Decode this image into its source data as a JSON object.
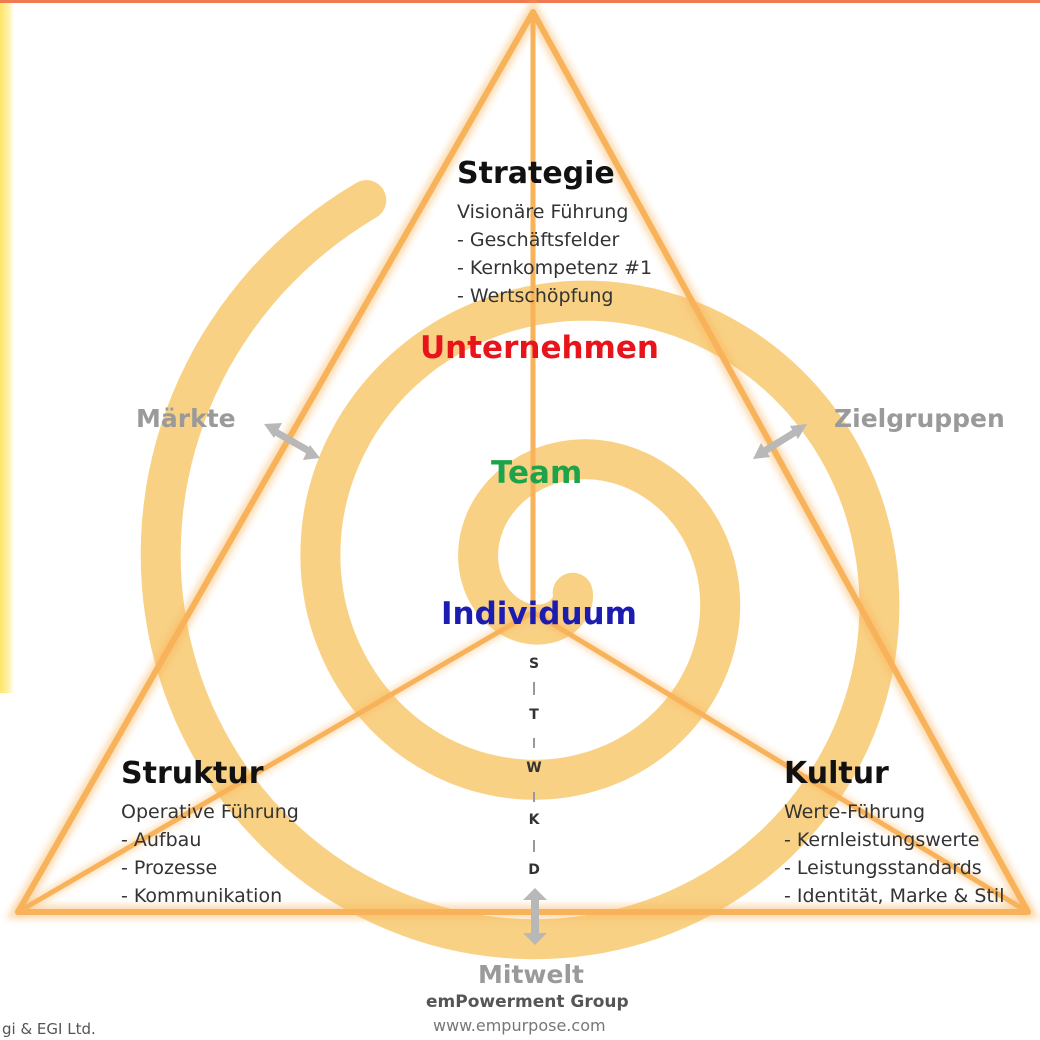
{
  "strategie": {
    "title": "Strategie",
    "subtitle": "Visionäre Führung",
    "items": [
      "- Geschäftsfelder",
      "- Kernkompetenz #1",
      "- Wertschöpfung"
    ]
  },
  "struktur": {
    "title": "Struktur",
    "subtitle": "Operative Führung",
    "items": [
      "- Aufbau",
      "- Prozesse",
      "- Kommunikation"
    ]
  },
  "kultur": {
    "title": "Kultur",
    "subtitle": "Werte-Führung",
    "items": [
      "- Kernleistungswerte",
      "- Leistungsstandards",
      "- Identität, Marke & Stil"
    ]
  },
  "levels": {
    "unternehmen": "Unternehmen",
    "team": "Team",
    "individuum": "Individuum"
  },
  "outer": {
    "maerkte": "Märkte",
    "zielgruppen": "Zielgruppen",
    "mitwelt": "Mitwelt"
  },
  "axis_letters": [
    "S",
    "T",
    "W",
    "K",
    "D"
  ],
  "footer": {
    "group": "emPowerment Group",
    "url": "www.empurpose.com",
    "copyright": "gi & EGI Ltd."
  },
  "colors": {
    "triangle": "#f7b25a",
    "spiral": "#f8c96e",
    "arrow": "#b8b8b8",
    "unternehmen": "#e8141b",
    "team": "#1fa34a",
    "individuum": "#1c1cb0",
    "top_accent": "#f07a52"
  }
}
